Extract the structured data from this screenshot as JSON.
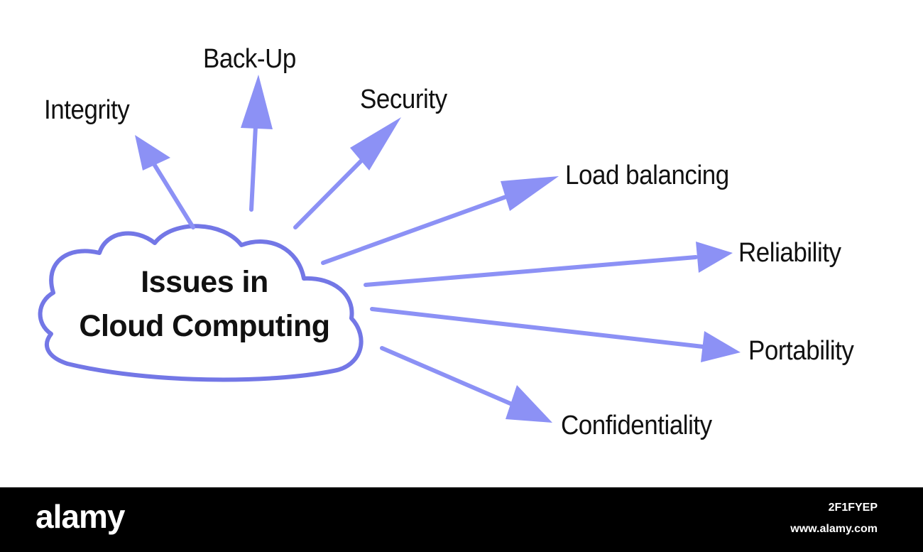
{
  "center": {
    "line1": "Issues in",
    "line2": "Cloud Computing"
  },
  "issues": [
    "Integrity",
    "Back-Up",
    "Security",
    "Load balancing",
    "Reliability",
    "Portability",
    "Confidentiality"
  ],
  "colors": {
    "arrow": "#8c91f5",
    "cloud_outline": "#7377e6",
    "text": "#111111",
    "footer": "#000000"
  },
  "footer": {
    "brand": "alamy",
    "image_id": "2F1FYEP",
    "site": "www.alamy.com"
  }
}
